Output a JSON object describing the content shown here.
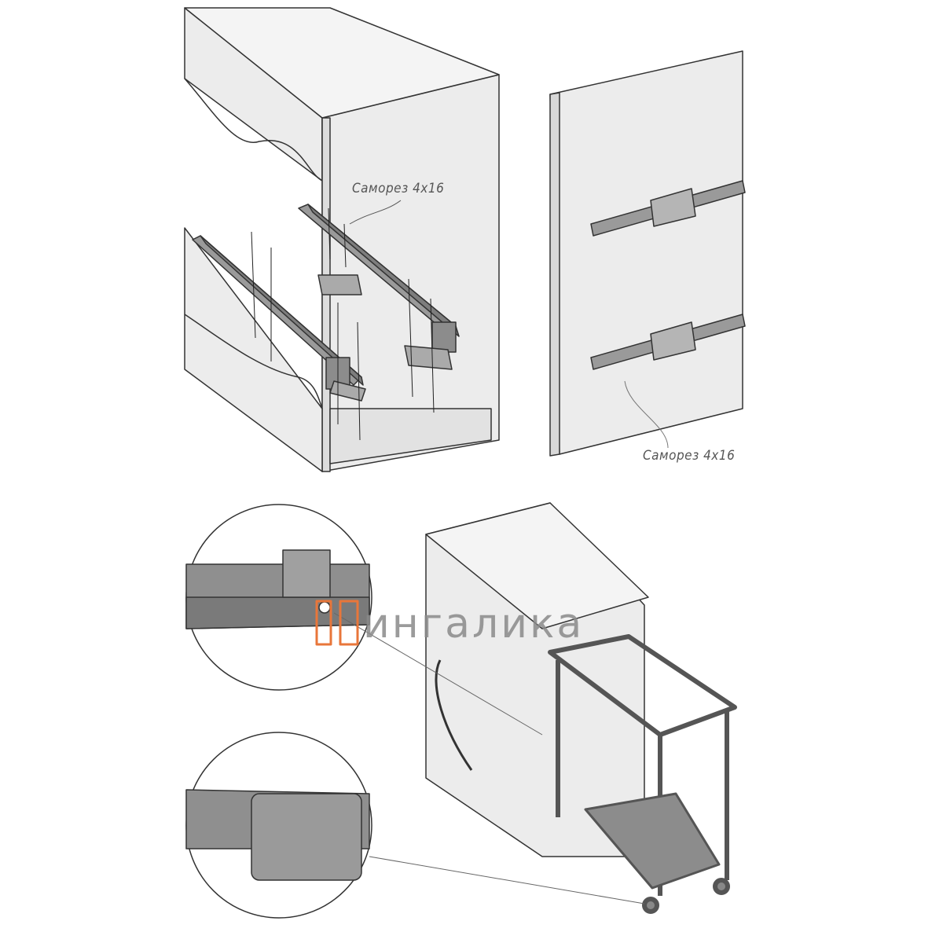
{
  "labels": {
    "screw_top": "Саморез 4х16",
    "screw_right": "Саморез 4х16"
  },
  "logo": {
    "text": "ингалика",
    "accent": "#e8763a"
  },
  "colors": {
    "panel": "#ececec",
    "line": "#333333",
    "metal": "#9a9a9a",
    "detail": "#8c8c8c"
  }
}
